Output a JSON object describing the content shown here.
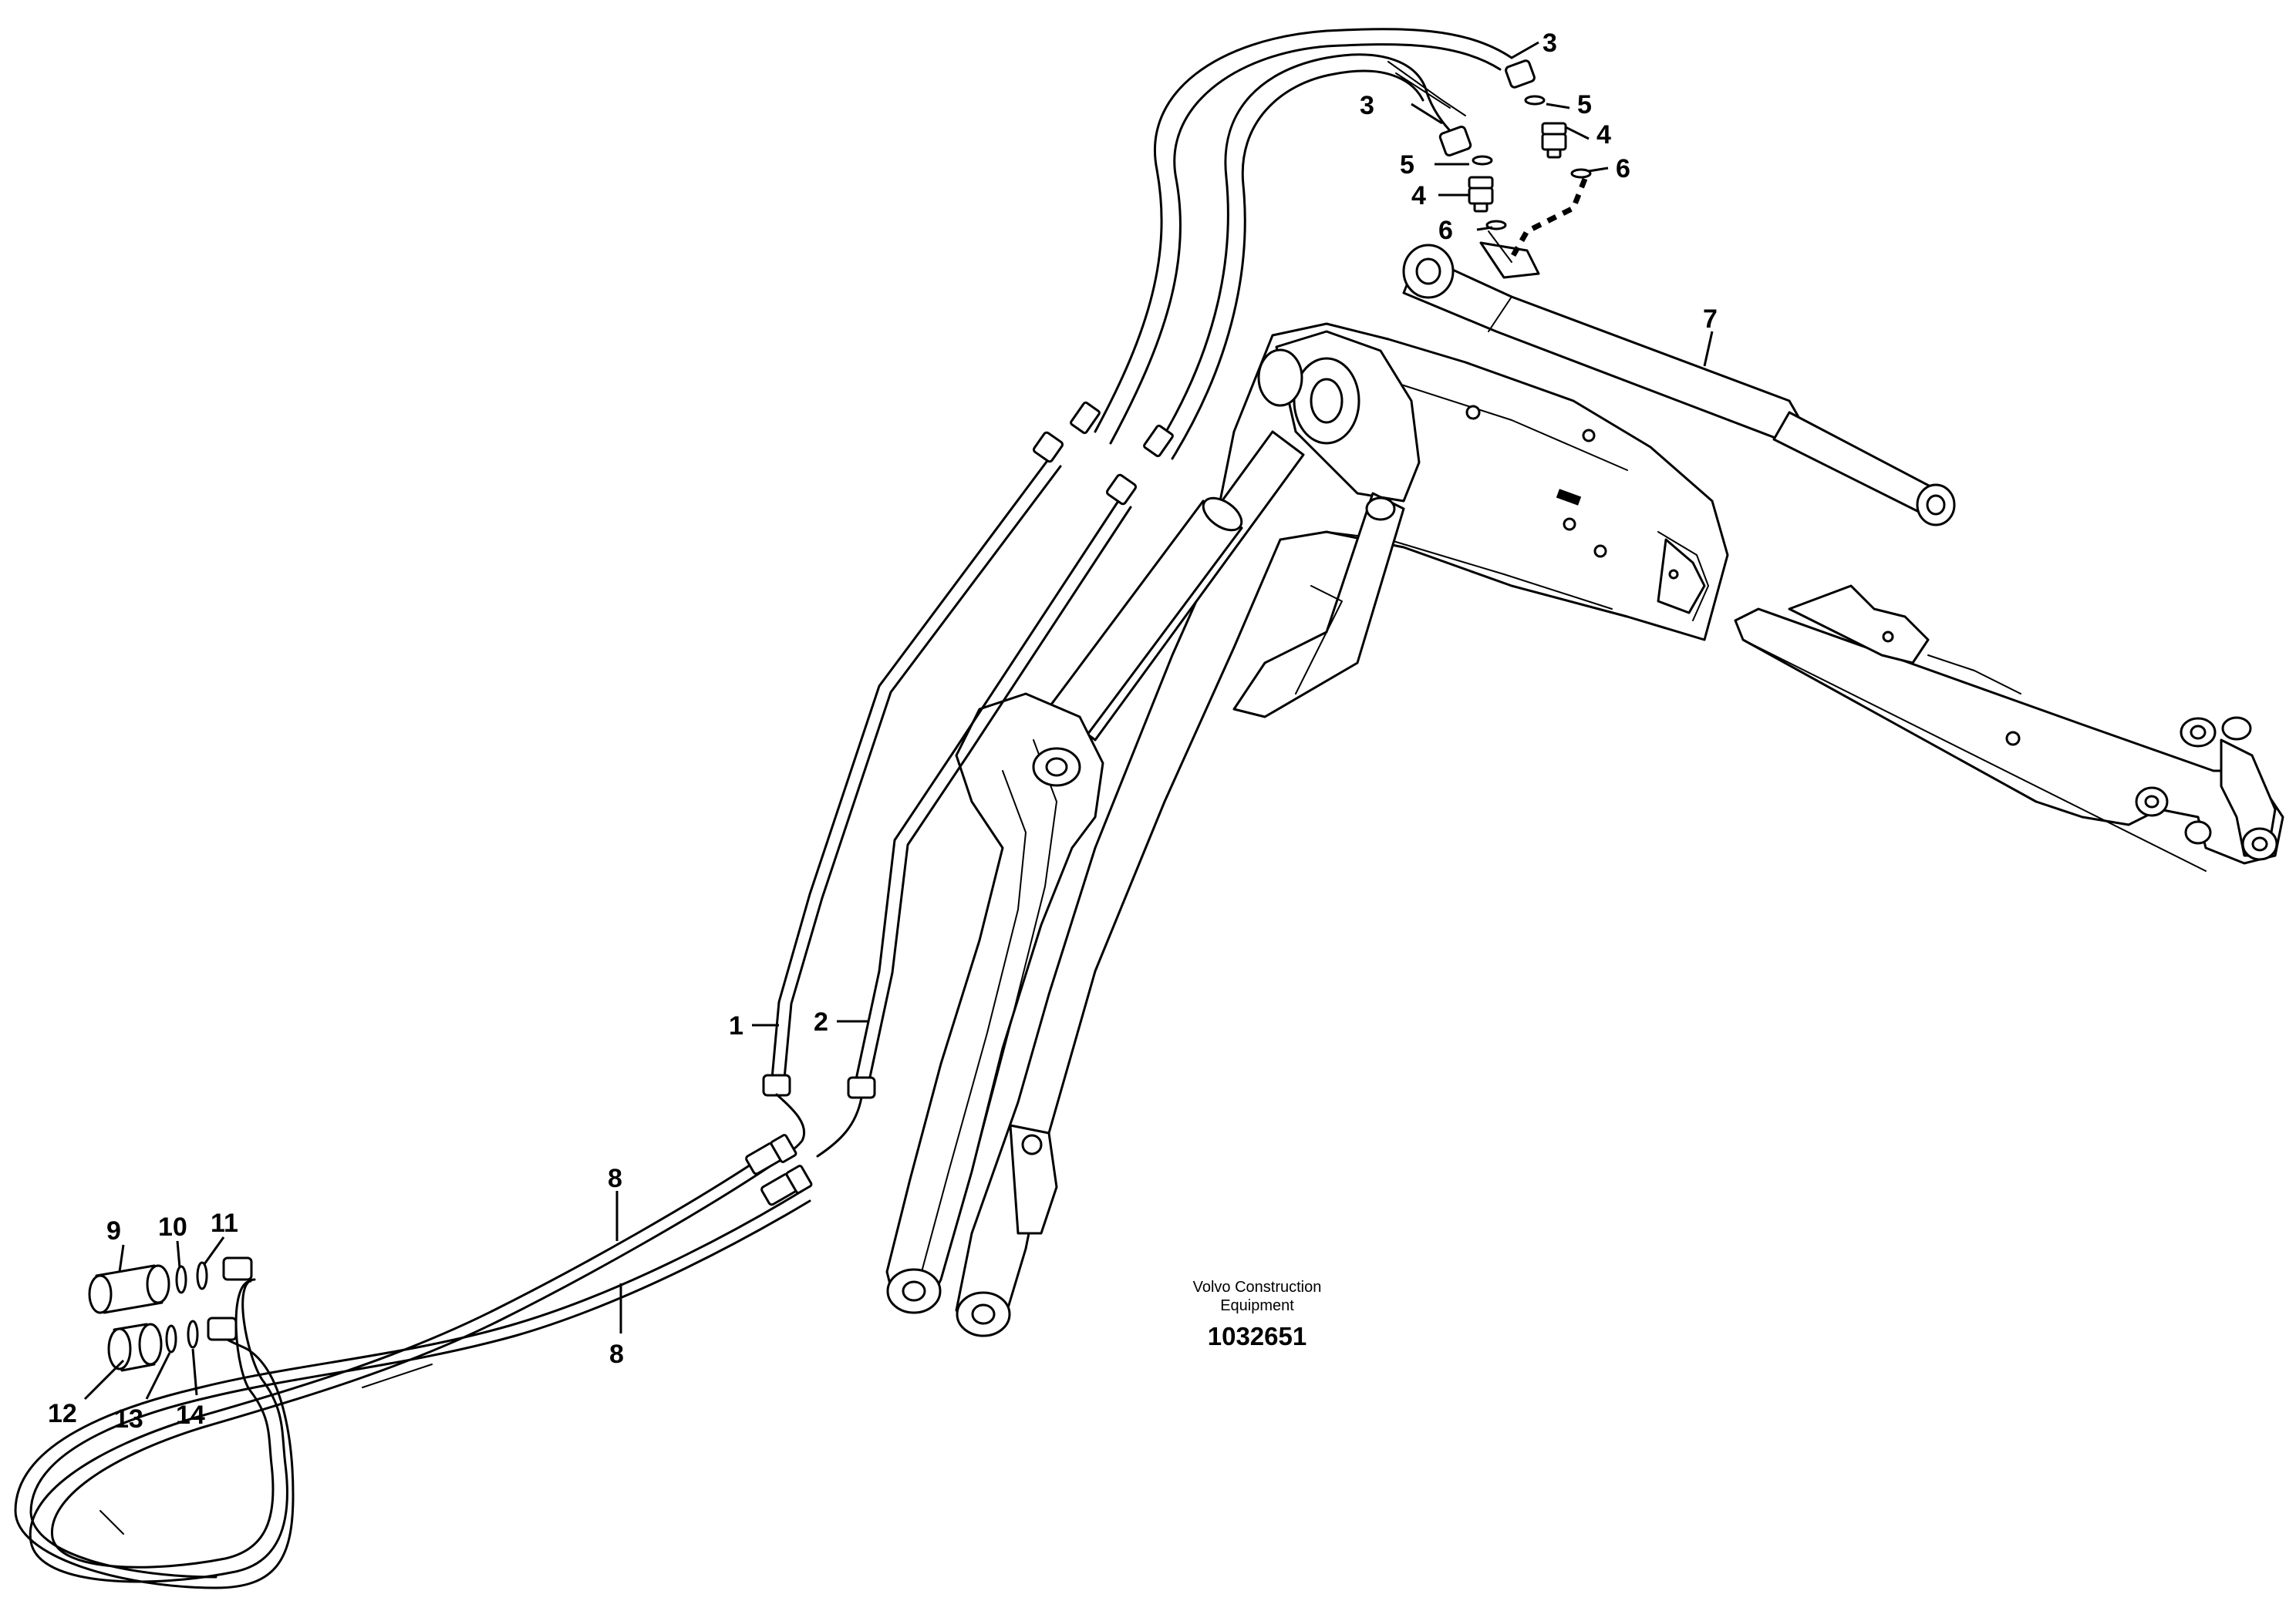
{
  "watermark": {
    "line1": "Volvo Construction",
    "line2": "Equipment",
    "ref_number": "1032651"
  },
  "callouts": {
    "c1": "1",
    "c2": "2",
    "c3a": "3",
    "c3b": "3",
    "c4a": "4",
    "c4b": "4",
    "c5a": "5",
    "c5b": "5",
    "c6a": "6",
    "c6b": "6",
    "c7": "7",
    "c8a": "8",
    "c8b": "8",
    "c9": "9",
    "c10": "10",
    "c11": "11",
    "c12": "12",
    "c13": "13",
    "c14": "14"
  }
}
